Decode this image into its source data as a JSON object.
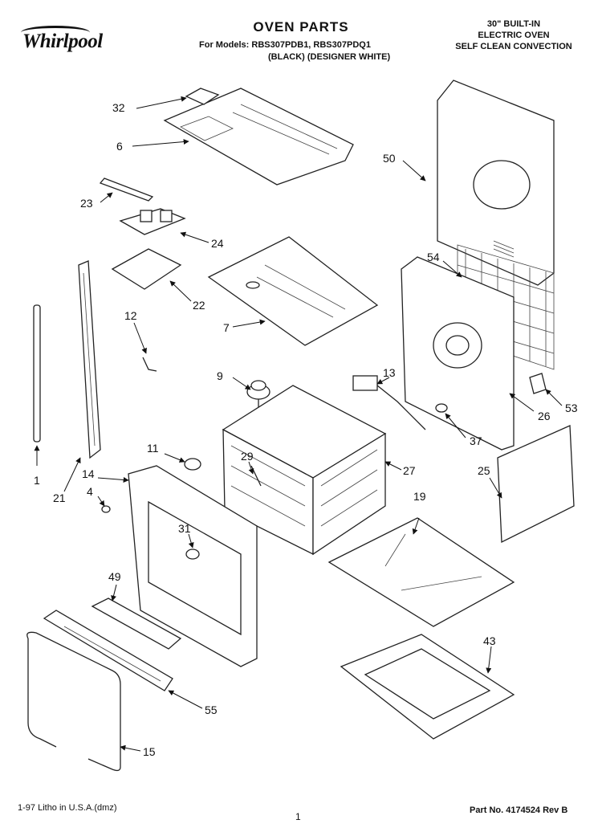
{
  "header": {
    "brand": "Whirlpool",
    "title": "OVEN PARTS",
    "models_line": "For Models: RBS307PDB1, RBS307PDQ1",
    "variants_line": "(BLACK)  (DESIGNER WHITE)",
    "product_line1": "30\" BUILT-IN",
    "product_line2": "ELECTRIC OVEN",
    "product_line3": "SELF CLEAN CONVECTION"
  },
  "parts": {
    "p32": "32",
    "p6": "6",
    "p50": "50",
    "p23": "23",
    "p24": "24",
    "p22": "22",
    "p54": "54",
    "p7": "7",
    "p12": "12",
    "p9": "9",
    "p13": "13",
    "p53": "53",
    "p26": "26",
    "p37": "37",
    "p1": "1",
    "p21": "21",
    "p11": "11",
    "p29": "29",
    "p27": "27",
    "p25": "25",
    "p14": "14",
    "p4": "4",
    "p19": "19",
    "p31": "31",
    "p49": "49",
    "p43": "43",
    "p55": "55",
    "p15": "15"
  },
  "footer": {
    "litho": "1-97 Litho in U.S.A.(dmz)",
    "page": "1",
    "part_no": "Part No. 4174524 Rev B"
  },
  "colors": {
    "ink": "#222222",
    "paper": "#ffffff"
  }
}
